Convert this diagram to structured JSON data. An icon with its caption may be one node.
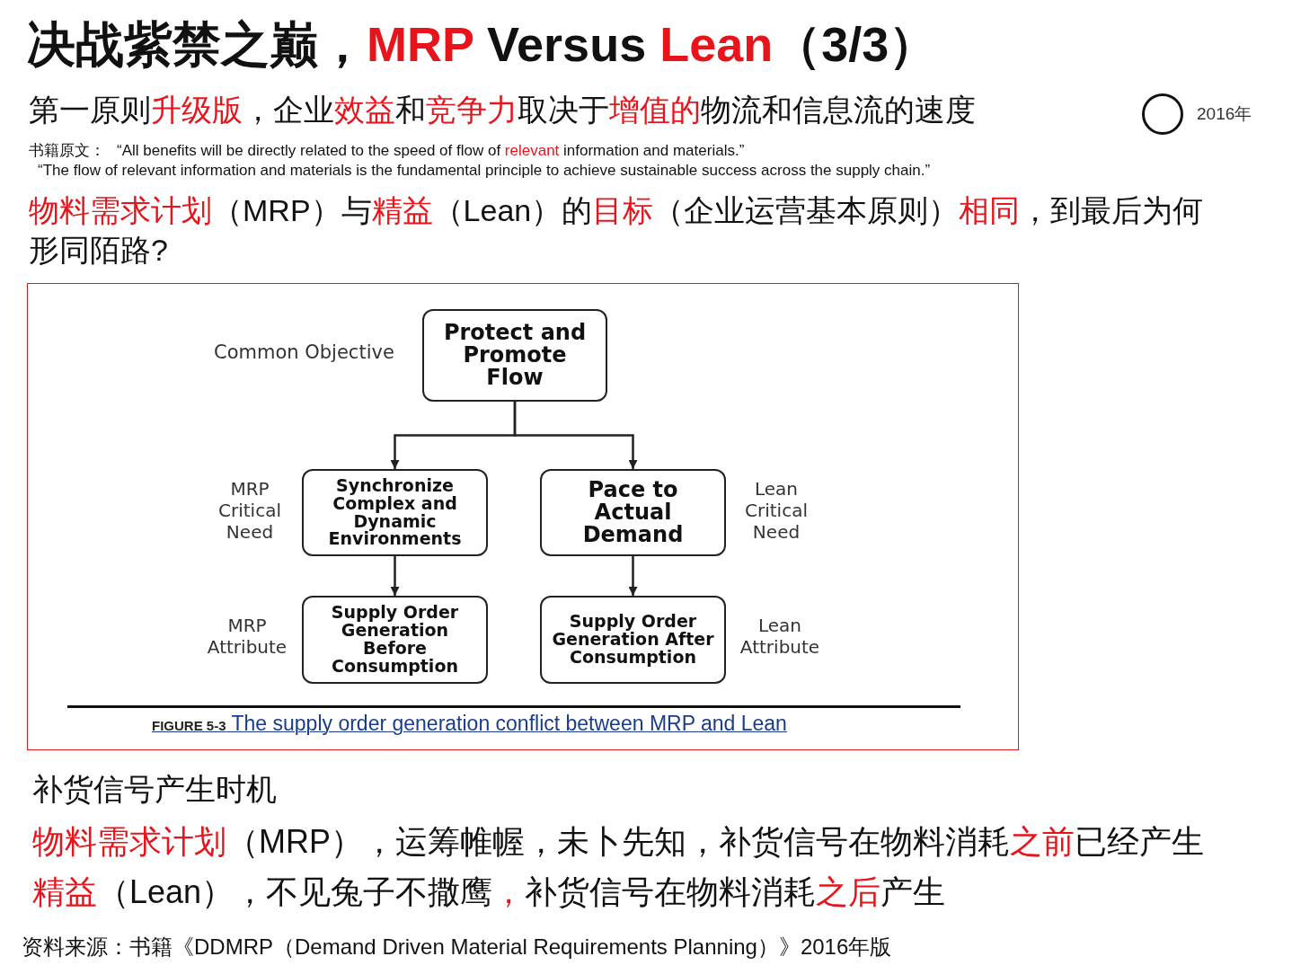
{
  "diagram": {
    "title": "决战紫禁之巅，MRP Versus Lean（3/3）",
    "nodes": [
      {
        "text": [
          "**FIGURE 5-3** The supply order generation conflict between MRP and Lean"
        ]
      },
      {
        "text": [
          "Protect and Promote Flow"
        ],
        "in": 0,
        "beside": [
          "Common Objective"
        ]
      },
      {
        "text": [
          "Synchronize Complex and Dynamic Environments"
        ],
        "in": 0
      },
      {
        "text": [
          "Pace to Actual Demand"
        ],
        "in": 0
      },
      {
        "text": [
          "Supply Order Generation Before Consumption"
        ],
        "in": 0
      },
      {
        "text": [
          "Supply Order Generation After Consumption"
        ],
        "in": 0
      },
      {
        "text": [],
        "shape": "circle",
        "beside": [
          "2016年"
        ]
      }
    ],
    "edges": [
      {
        "from": 1,
        "to": 2,
        "arrow": "to"
      },
      {
        "from": 1,
        "to": 3,
        "arrow": "to"
      },
      {
        "from": 2,
        "to": 4,
        "arrow": "to"
      },
      {
        "from": 3,
        "to": 5,
        "arrow": "to"
      }
    ],
    "labels": [
      "第一原则升级版，企业效益和竞争力取决于增值的物流和信息流的速度",
      "书籍原文：",
      "“All benefits will be directly related to the speed of flow of relevant information and materials.”",
      "“The flow of relevant information and materials is the fundamental principle to achieve sustainable success across the supply chain.”",
      "物料需求计划（MRP）与精益（Lean）的目标（企业运营基本原则）相同，到最后为何形同陌路?",
      "MRP Critical Need",
      "Lean Critical Need",
      "MRP Attribute",
      "Lean Attribute",
      "补货信号产生时机",
      "物料需求计划（MRP），运筹帷幄，未卜先知，补货信号在物料消耗之前已经产生",
      "精益（Lean），不见兔子不撒鹰，补货信号在物料消耗之后产生",
      "资料来源：书籍《DDMRP（Demand Driven Material Requirements Planning）》2016年版"
    ]
  }
}
